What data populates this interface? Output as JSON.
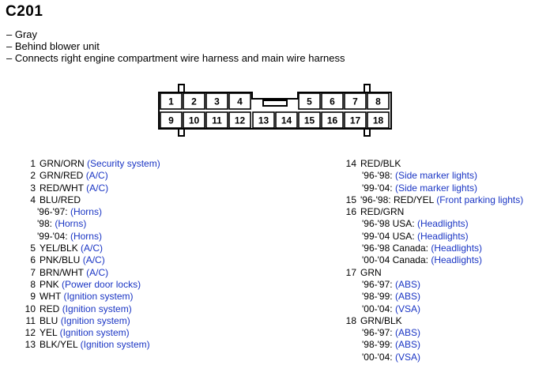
{
  "title": "C201",
  "description": [
    "– Gray",
    "– Behind blower unit",
    "– Connects right engine compartment wire harness and main wire harness"
  ],
  "connector": {
    "top_row": [
      "1",
      "2",
      "3",
      "4",
      "",
      "",
      "5",
      "6",
      "7",
      "8"
    ],
    "bottom_row": [
      "9",
      "10",
      "11",
      "12",
      "13",
      "14",
      "15",
      "16",
      "17",
      "18"
    ]
  },
  "left_column": [
    {
      "num": "1",
      "wire": "GRN/ORN",
      "system": "(Security system)"
    },
    {
      "num": "2",
      "wire": "GRN/RED",
      "system": "(A/C)"
    },
    {
      "num": "3",
      "wire": "RED/WHT",
      "system": "(A/C)"
    },
    {
      "num": "4",
      "wire": "BLU/RED",
      "system": "",
      "subs": [
        {
          "label": "'96-'97:",
          "system": "(Horns)"
        },
        {
          "label": "'98:",
          "system": "(Horns)"
        },
        {
          "label": "'99-'04:",
          "system": "(Horns)"
        }
      ]
    },
    {
      "num": "5",
      "wire": "YEL/BLK",
      "system": "(A/C)"
    },
    {
      "num": "6",
      "wire": "PNK/BLU",
      "system": "(A/C)"
    },
    {
      "num": "7",
      "wire": "BRN/WHT",
      "system": "(A/C)"
    },
    {
      "num": "8",
      "wire": "PNK",
      "system": "(Power door locks)"
    },
    {
      "num": "9",
      "wire": "WHT",
      "system": "(Ignition system)"
    },
    {
      "num": "10",
      "wire": "RED",
      "system": "(Ignition system)"
    },
    {
      "num": "11",
      "wire": "BLU",
      "system": "(Ignition system)"
    },
    {
      "num": "12",
      "wire": "YEL",
      "system": "(Ignition system)"
    },
    {
      "num": "13",
      "wire": "BLK/YEL",
      "system": "(Ignition system)"
    }
  ],
  "right_column": [
    {
      "num": "14",
      "wire": "RED/BLK",
      "system": "",
      "subs": [
        {
          "label": "'96-'98:",
          "system": "(Side marker lights)"
        },
        {
          "label": "'99-'04:",
          "system": "(Side marker lights)"
        }
      ]
    },
    {
      "num": "15",
      "wire": "'96-'98: RED/YEL",
      "system": "(Front parking lights)"
    },
    {
      "num": "16",
      "wire": "RED/GRN",
      "system": "",
      "subs": [
        {
          "label": "'96-'98 USA:",
          "system": "(Headlights)"
        },
        {
          "label": "'99-'04 USA:",
          "system": "(Headlights)"
        },
        {
          "label": "'96-'98 Canada:",
          "system": "(Headlights)"
        },
        {
          "label": "'00-'04 Canada:",
          "system": "(Headlights)"
        }
      ]
    },
    {
      "num": "17",
      "wire": "GRN",
      "system": "",
      "subs": [
        {
          "label": "'96-'97:",
          "system": "(ABS)"
        },
        {
          "label": "'98-'99:",
          "system": "(ABS)"
        },
        {
          "label": "'00-'04:",
          "system": "(VSA)"
        }
      ]
    },
    {
      "num": "18",
      "wire": "GRN/BLK",
      "system": "",
      "subs": [
        {
          "label": "'96-'97:",
          "system": "(ABS)"
        },
        {
          "label": "'98-'99:",
          "system": "(ABS)"
        },
        {
          "label": "'00-'04:",
          "system": "(VSA)"
        }
      ]
    }
  ]
}
